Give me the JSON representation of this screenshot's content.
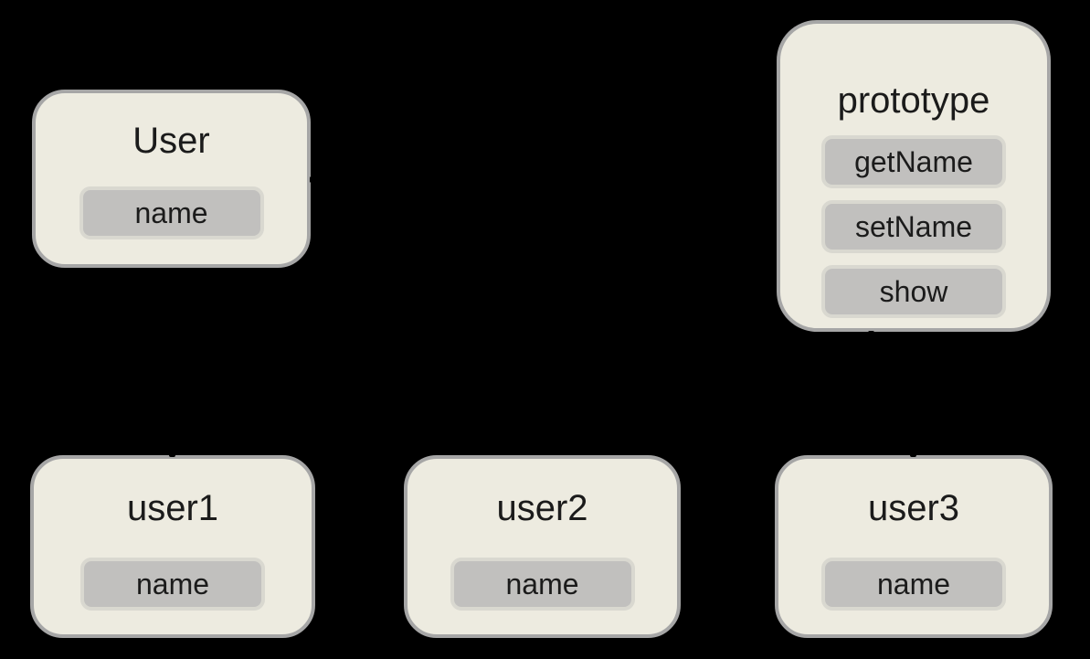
{
  "colors": {
    "background": "#000000",
    "box_fill": "#EDEBE0",
    "box_border": "#A6A6A6",
    "pill_fill": "#C1C0BE",
    "pill_border": "#D9D8D0",
    "text": "#1B1B1B"
  },
  "diagram": {
    "boxes": [
      {
        "id": "User",
        "title": "User",
        "members": [
          "name"
        ]
      },
      {
        "id": "prototype",
        "title": "prototype",
        "members": [
          "getName",
          "setName",
          "show"
        ]
      },
      {
        "id": "user1",
        "title": "user1",
        "members": [
          "name"
        ]
      },
      {
        "id": "user2",
        "title": "user2",
        "members": [
          "name"
        ]
      },
      {
        "id": "user3",
        "title": "user3",
        "members": [
          "name"
        ]
      }
    ]
  }
}
